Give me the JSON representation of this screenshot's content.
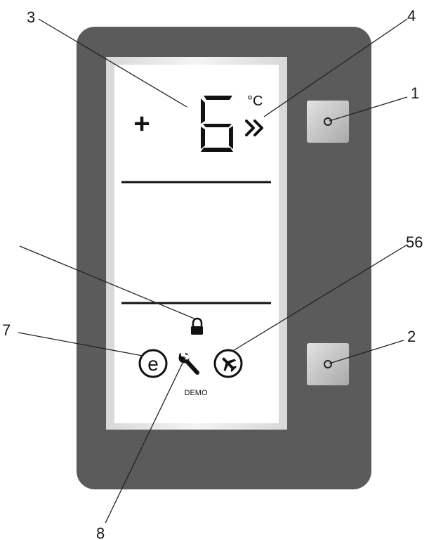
{
  "display": {
    "sign": "+",
    "temperature": "6",
    "unit": "°C",
    "demo_label": "DEMO"
  },
  "icons": {
    "fast_cool": "double-chevron-right-icon",
    "lock": "padlock-icon",
    "eco": "eco-e-icon",
    "service": "wrench-icon",
    "holiday": "airplane-icon"
  },
  "callouts": [
    "1",
    "2",
    "3",
    "4",
    "56",
    "7",
    "8"
  ],
  "colors": {
    "frame": "#5b5b5b",
    "screen": "#ffffff",
    "button": "#c4c4c4",
    "ink": "#111111"
  }
}
